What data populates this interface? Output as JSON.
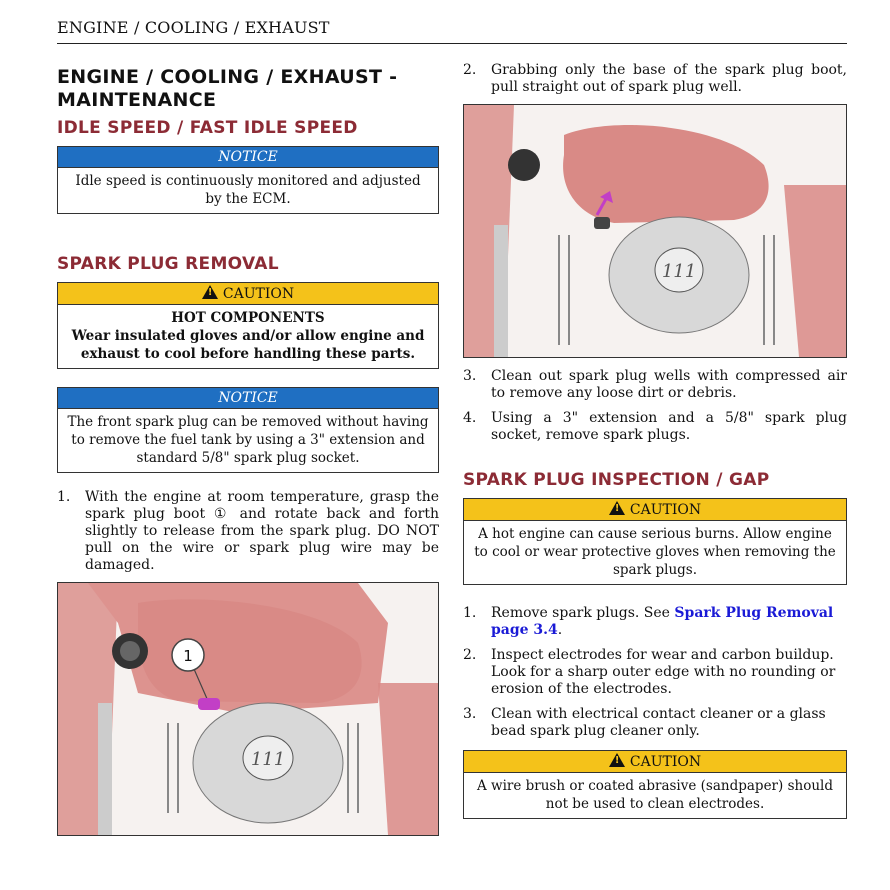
{
  "header": {
    "title": "ENGINE / COOLING / EXHAUST"
  },
  "left": {
    "main_title": "ENGINE / COOLING / EXHAUST - MAINTENANCE",
    "idle_heading": "IDLE SPEED / FAST IDLE SPEED",
    "notice1": {
      "label": "NOTICE",
      "text": "Idle speed is continuously monitored and adjusted by the ECM."
    },
    "removal_heading": "SPARK PLUG REMOVAL",
    "caution1": {
      "label": "CAUTION",
      "title": "HOT COMPONENTS",
      "text": "Wear insulated gloves and/or allow engine and exhaust to cool before handling these parts."
    },
    "notice2": {
      "label": "NOTICE",
      "text": "The front spark plug can be removed without having to remove the fuel tank by using a 3\" extension and standard 5/8\" spark plug socket."
    },
    "step1": {
      "num": "1.",
      "text": "With the engine at room temperature, grasp the spark plug boot ① and rotate back and forth slightly to release from the spark plug. DO NOT pull on the wire or spark plug wire may be damaged."
    },
    "figure1": {
      "callout": "1"
    }
  },
  "right": {
    "step2": {
      "num": "2.",
      "text": "Grabbing only the base of the spark plug boot, pull straight out of spark plug well."
    },
    "step3": {
      "num": "3.",
      "text": "Clean out spark plug wells with compressed air to remove any loose dirt or debris."
    },
    "step4": {
      "num": "4.",
      "text": "Using a 3\" extension and a 5/8\" spark plug socket, remove spark plugs."
    },
    "inspection_heading": "SPARK PLUG INSPECTION / GAP",
    "caution2": {
      "label": "CAUTION",
      "text": "A hot engine can cause serious burns. Allow engine to cool or wear protective gloves when removing the spark plugs."
    },
    "insp1": {
      "num": "1.",
      "text_pre": "Remove spark plugs. See ",
      "link": "Spark Plug Removal page 3.4",
      "text_post": "."
    },
    "insp2": {
      "num": "2.",
      "text": "Inspect electrodes for wear and carbon buildup. Look for a sharp outer edge with no rounding or erosion of the electrodes."
    },
    "insp3": {
      "num": "3.",
      "text": "Clean with electrical contact cleaner or a glass bead spark plug cleaner only."
    },
    "caution3": {
      "label": "CAUTION",
      "text": "A wire brush or coated abrasive (sandpaper) should not be used to clean electrodes."
    }
  },
  "colors": {
    "heading": "#8c2b35",
    "notice": "#1f6fc2",
    "caution": "#f4c21a",
    "link": "#1a1ad6",
    "tank": "#d98a86"
  }
}
